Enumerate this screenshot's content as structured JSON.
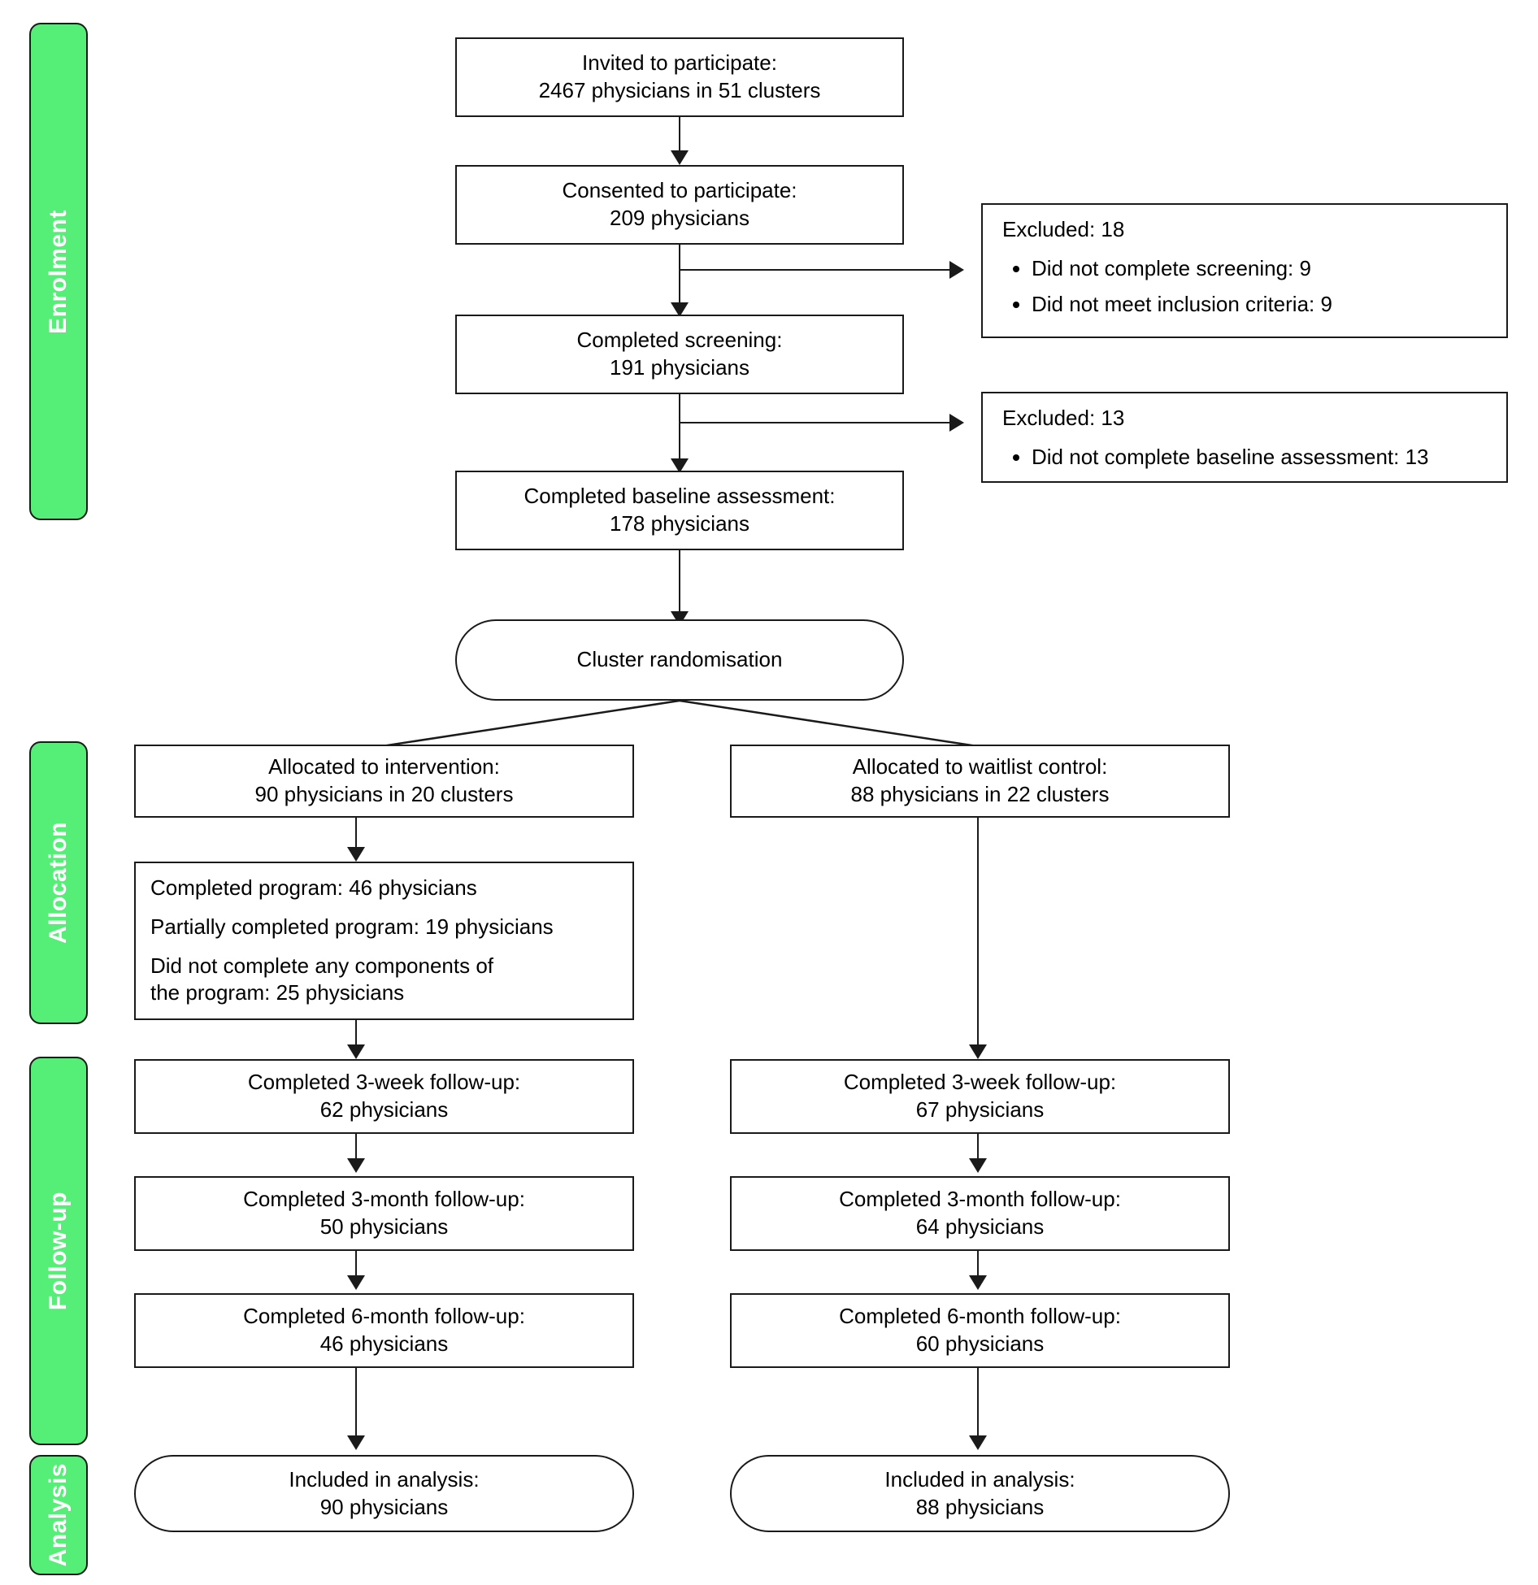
{
  "diagram": {
    "title": "CONSORT participant flow diagram",
    "accent_color": "#55ef77",
    "line_color": "#1a1a1a",
    "stages": [
      {
        "label": "Enrolment"
      },
      {
        "label": "Allocation"
      },
      {
        "label": "Follow-up"
      },
      {
        "label": "Analysis"
      }
    ],
    "nodes": {
      "invited": {
        "line1": "Invited to participate:",
        "line2": "2467 physicians in 51 clusters"
      },
      "consented": {
        "line1": "Consented to participate:",
        "line2": "209 physicians"
      },
      "screening": {
        "line1": "Completed screening:",
        "line2": "191 physicians"
      },
      "baseline": {
        "line1": "Completed baseline assessment:",
        "line2": "178 physicians"
      },
      "randomisation": {
        "line1": "Cluster randomisation"
      },
      "alloc_intervention": {
        "line1": "Allocated to intervention:",
        "line2": "90 physicians in 20 clusters"
      },
      "alloc_control": {
        "line1": "Allocated to waitlist control:",
        "line2": "88 physicians in 22 clusters"
      },
      "program_uptake": {
        "line1": "Completed program: 46 physicians",
        "line2": "Partially completed program: 19 physicians",
        "line3": "Did not complete any components of",
        "line4": "the program: 25 physicians"
      },
      "int_3week": {
        "line1": "Completed 3-week follow-up:",
        "line2": "62 physicians"
      },
      "ctl_3week": {
        "line1": "Completed 3-week follow-up:",
        "line2": "67 physicians"
      },
      "int_3month": {
        "line1": "Completed 3-month follow-up:",
        "line2": "50 physicians"
      },
      "ctl_3month": {
        "line1": "Completed 3-month follow-up:",
        "line2": "64 physicians"
      },
      "int_6month": {
        "line1": "Completed 6-month follow-up:",
        "line2": "46 physicians"
      },
      "ctl_6month": {
        "line1": "Completed 6-month follow-up:",
        "line2": "60 physicians"
      },
      "int_analysis": {
        "line1": "Included in analysis:",
        "line2": "90 physicians"
      },
      "ctl_analysis": {
        "line1": "Included in analysis:",
        "line2": "88 physicians"
      }
    },
    "exclusions": [
      {
        "header": "Excluded: 18",
        "items": [
          "Did not complete screening: 9",
          "Did not meet inclusion criteria: 9"
        ]
      },
      {
        "header": "Excluded: 13",
        "items": [
          "Did not complete baseline assessment: 13"
        ]
      }
    ]
  }
}
